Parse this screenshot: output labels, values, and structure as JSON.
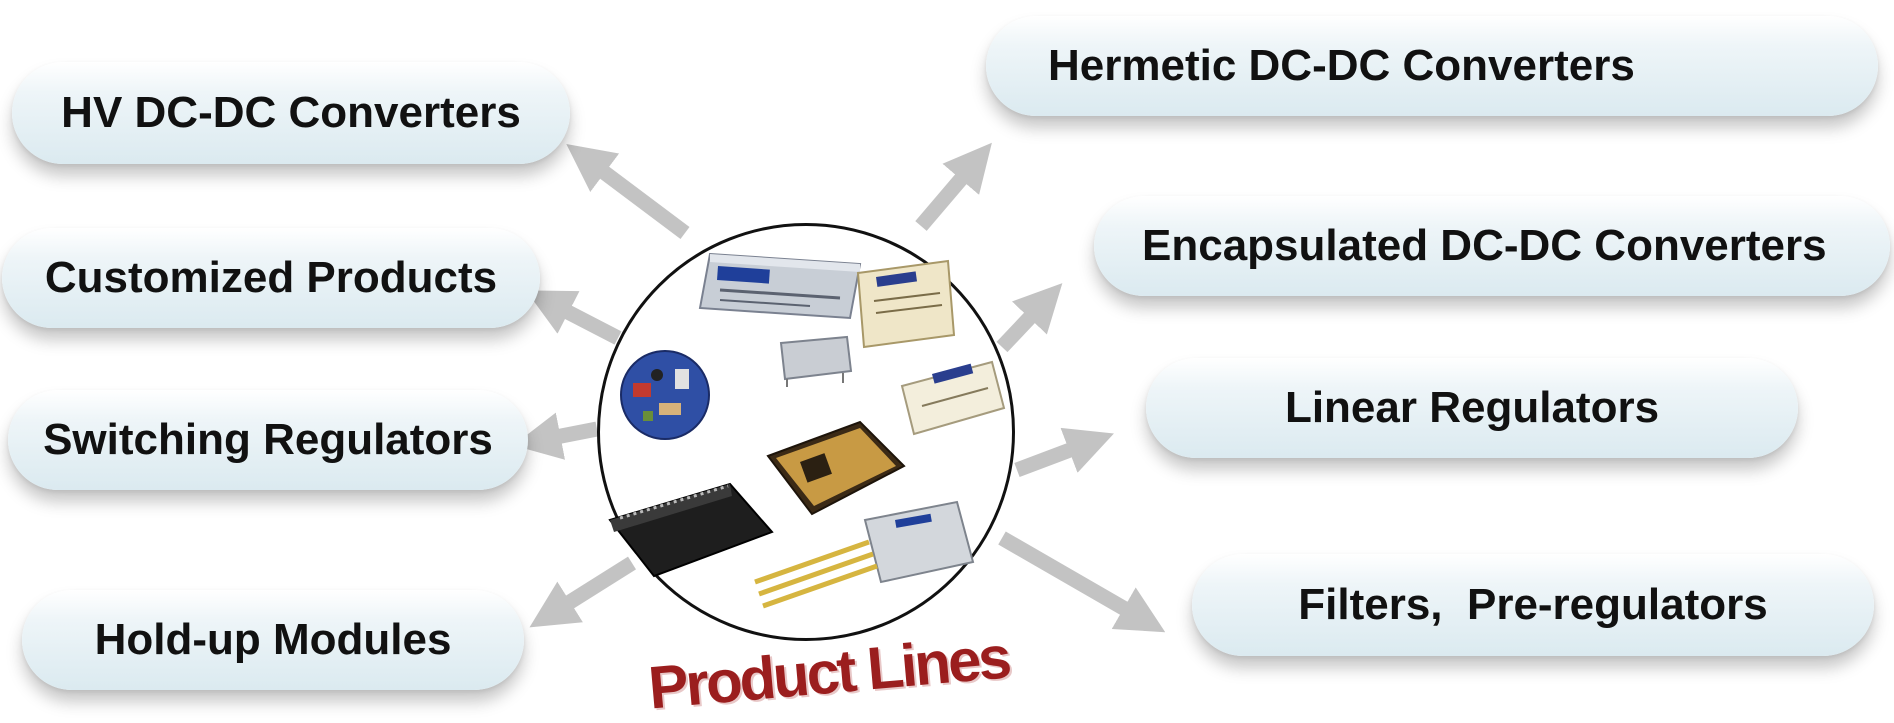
{
  "center": {
    "title": "Product Lines"
  },
  "product_lines": [
    {
      "id": "hv",
      "label": "HV DC-DC Converters"
    },
    {
      "id": "customized",
      "label": "Customized Products"
    },
    {
      "id": "switching",
      "label": "Switching Regulators"
    },
    {
      "id": "holdup",
      "label": "Hold-up Modules"
    },
    {
      "id": "hermetic",
      "label": "Hermetic DC-DC Converters"
    },
    {
      "id": "encapsulated",
      "label": "Encapsulated DC-DC Converters"
    },
    {
      "id": "linear",
      "label": "Linear Regulators"
    },
    {
      "id": "filters",
      "label": "Filters,  Pre-regulators"
    }
  ],
  "colors": {
    "arrow": "#c3c3c3",
    "title": "#9b1e1e",
    "pill": "#dbeaf0",
    "text": "#111111"
  }
}
